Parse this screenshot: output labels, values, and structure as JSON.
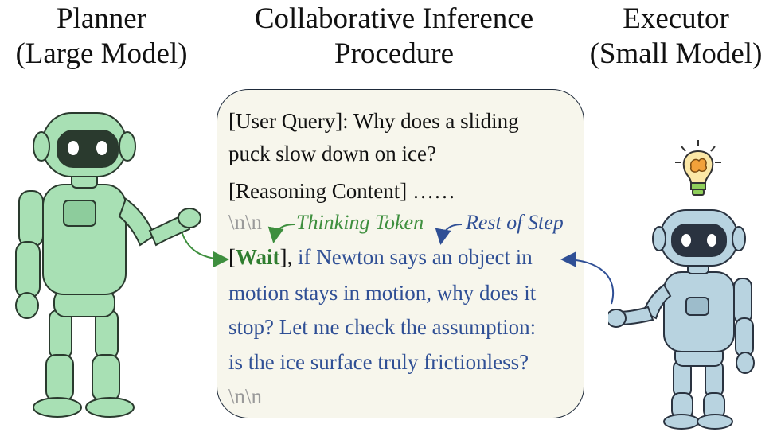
{
  "planner": {
    "title": "Planner",
    "subtitle": "(Large Model)"
  },
  "center": {
    "title_line1": "Collaborative Inference",
    "title_line2": "Procedure"
  },
  "executor": {
    "title": "Executor",
    "subtitle": "(Small Model)"
  },
  "text": {
    "line1": "[User Query]: Why does a sliding",
    "line2": "puck slow down on ice?",
    "line3": "[Reasoning Content] ……",
    "newline1": "\\n\\n",
    "bracket_open": "[",
    "wait": "Wait",
    "bracket_close": "], ",
    "line5_rest": "if Newton says an object in",
    "line6": "motion stays in motion, why does it",
    "line7": "stop? Let me check the assumption:",
    "line8": "is the ice surface truly frictionless?",
    "newline2": "\\n\\n"
  },
  "annotations": {
    "thinking_token": "Thinking Token",
    "rest_of_step": "Rest of Step"
  },
  "colors": {
    "planner_robot": "#a8e0b4",
    "executor_robot": "#b8d3e0",
    "thinking_green": "#3e8f3e",
    "rest_blue": "#2f4f95",
    "panel_bg": "#f7f6ec"
  },
  "icons": [
    "planner-robot-icon",
    "executor-robot-icon",
    "lightbulb-brain-icon"
  ]
}
